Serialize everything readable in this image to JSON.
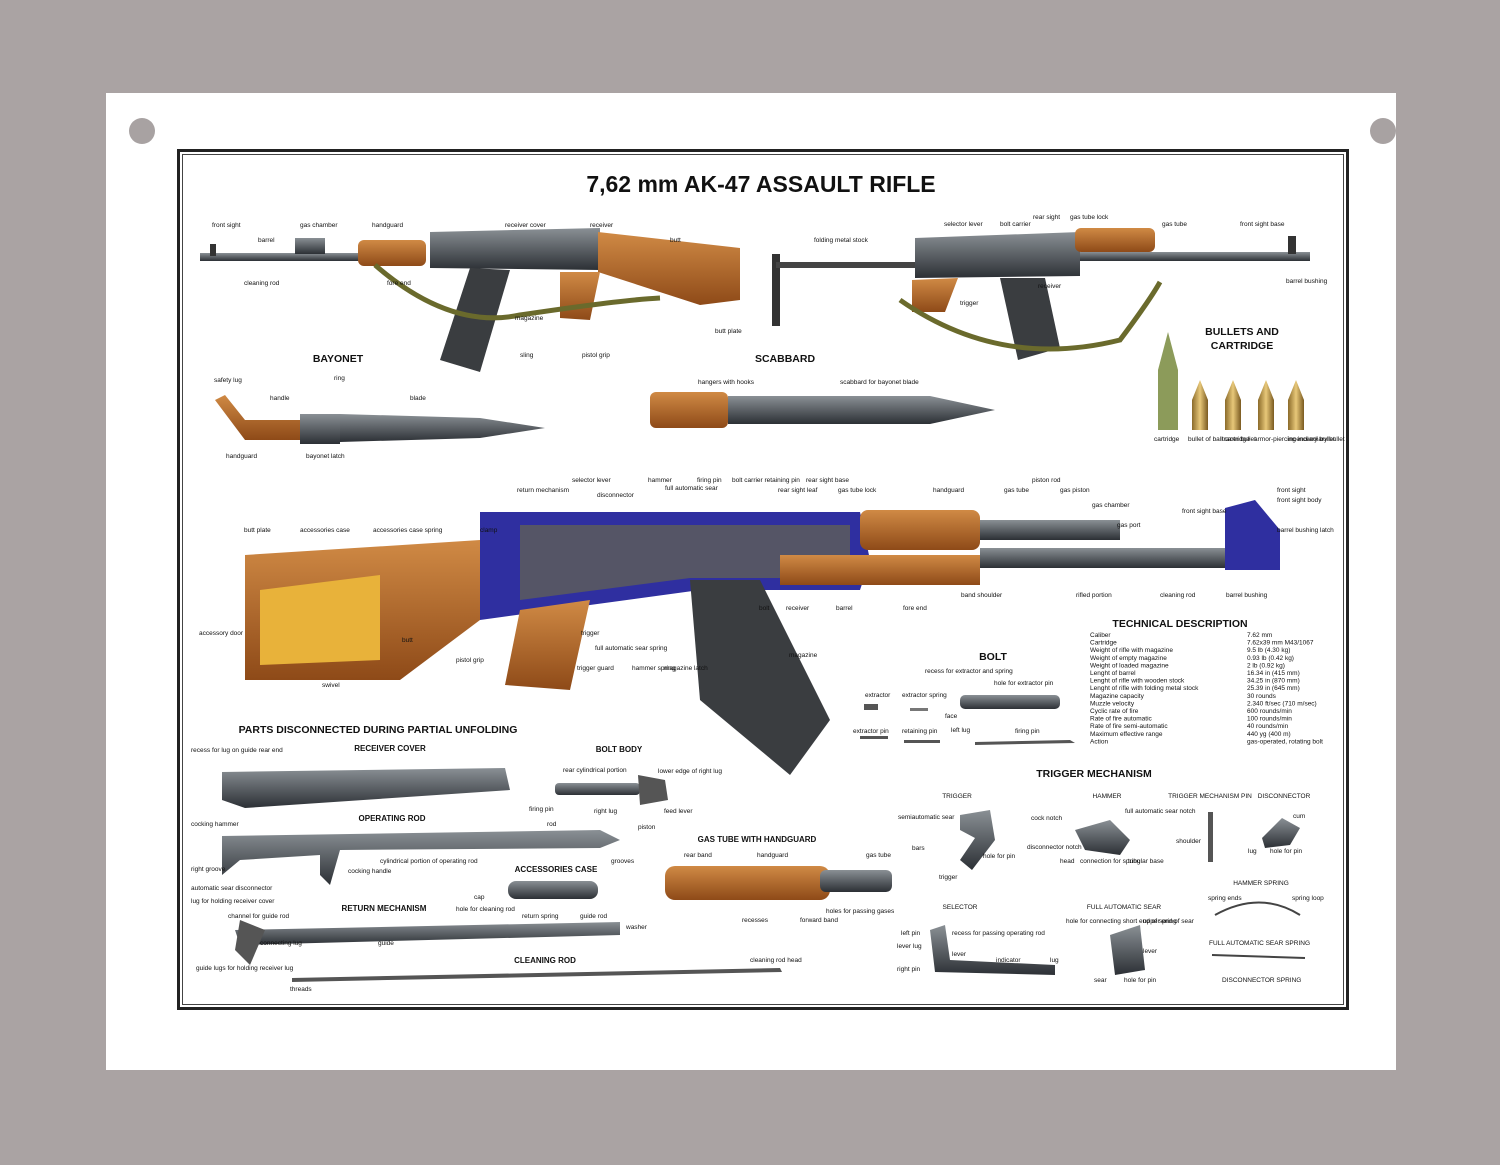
{
  "title": "7,62 mm AK-47 ASSAULT RIFLE",
  "colors": {
    "wood": "#b8692a",
    "metal": "#4d5257",
    "cutaway": "#2f2fa0",
    "yellow": "#e8b23a",
    "sling": "#6a6a2c",
    "background": "#aaa3a3"
  },
  "rifle_top_left": {
    "labels": [
      "front sight",
      "barrel",
      "gas chamber",
      "handguard",
      "receiver cover",
      "receiver",
      "butt",
      "cleaning rod",
      "fore end",
      "magazine",
      "sling",
      "pistol grip",
      "butt plate"
    ]
  },
  "rifle_top_right": {
    "labels": [
      "folding metal stock",
      "selector lever",
      "bolt carrier",
      "rear sight",
      "gas tube lock",
      "gas tube",
      "front sight base",
      "receiver",
      "trigger",
      "barrel bushing"
    ]
  },
  "bayonet": {
    "heading": "BAYONET",
    "labels": [
      "safety lug",
      "ring",
      "handle",
      "blade",
      "handguard",
      "bayonet latch"
    ]
  },
  "scabbard": {
    "heading": "SCABBARD",
    "labels": [
      "hangers with hooks",
      "scabbard for bayonet blade"
    ]
  },
  "bullets": {
    "heading_line1": "BULLETS AND",
    "heading_line2": "CARTRIDGE",
    "labels": [
      "cartridge",
      "bullet of ball cartridge",
      "tracer bullet",
      "armor-piercing incendiary bullet",
      "incendiary bullet"
    ]
  },
  "cutaway": {
    "labels": [
      "return mechanism",
      "selector lever",
      "disconnector",
      "hammer",
      "full automatic sear",
      "firing pin",
      "bolt carrier retaining pin",
      "rear sight leaf",
      "rear sight base",
      "gas tube lock",
      "handguard",
      "gas tube",
      "piston rod",
      "gas piston",
      "gas chamber",
      "gas port",
      "front sight",
      "front sight body",
      "front sight base",
      "barrel bushing latch",
      "butt plate",
      "accessories case",
      "accessories case spring",
      "clamp",
      "accessory door",
      "butt",
      "swivel",
      "pistol grip",
      "trigger",
      "full automatic sear spring",
      "trigger guard",
      "hammer spring",
      "magazine latch",
      "bolt",
      "receiver",
      "barrel",
      "fore end",
      "band shoulder",
      "rifled portion",
      "cleaning rod",
      "barrel bushing",
      "magazine"
    ]
  },
  "technical": {
    "heading": "TECHNICAL DESCRIPTION",
    "rows": [
      [
        "Caliber",
        "7.62 mm"
      ],
      [
        "Cartridge",
        "7.62x39 mm M43/1067"
      ],
      [
        "Weight of rifle with magazine",
        "9.5 lb (4.30 kg)"
      ],
      [
        "Weight of empty magazine",
        "0.93 lb (0.42 kg)"
      ],
      [
        "Weight of loaded magazine",
        "2 lb (0.92 kg)"
      ],
      [
        "Lenght of barrel",
        "16.34 in (415 mm)"
      ],
      [
        "Lenght of rifle with wooden stock",
        "34.25 in (870 mm)"
      ],
      [
        "Lenght of rifle with folding metal stock",
        "25.39 in (645 mm)"
      ],
      [
        "Magazine capacity",
        "30 rounds"
      ],
      [
        "Muzzle velocity",
        "2.340 ft/sec (710 m/sec)"
      ],
      [
        "Cyclic rate of fire",
        "600 rounds/min"
      ],
      [
        "Rate of fire automatic",
        "100 rounds/min"
      ],
      [
        "Rate of fire semi-automatic",
        "40 rounds/min"
      ],
      [
        "Maximum effective range",
        "440 yg (400 m)"
      ],
      [
        "Action",
        "gas-operated, rotating bolt"
      ]
    ]
  },
  "bolt": {
    "heading": "BOLT",
    "labels": [
      "recess for extractor and spring",
      "hole for extractor pin",
      "extractor",
      "extractor spring",
      "face",
      "left lug",
      "extractor pin",
      "retaining pin",
      "firing pin"
    ]
  },
  "parts": {
    "heading": "PARTS DISCONNECTED DURING PARTIAL UNFOLDING",
    "receiver_cover": {
      "heading": "RECEIVER COVER",
      "labels": [
        "recess for lug on guide rear end"
      ]
    },
    "bolt_body": {
      "heading": "BOLT BODY",
      "labels": [
        "rear cylindrical portion",
        "lower edge of right lug",
        "firing pin",
        "right lug",
        "feed lever"
      ]
    },
    "operating_rod": {
      "heading": "OPERATING ROD",
      "labels": [
        "cocking hammer",
        "rod",
        "piston",
        "right groove",
        "cylindrical portion of operating rod",
        "grooves",
        "cocking handle",
        "automatic sear disconnector"
      ]
    },
    "accessories_case": {
      "heading": "ACCESSORIES CASE",
      "labels": [
        "cap",
        "hole for cleaning rod"
      ]
    },
    "return_mechanism": {
      "heading": "RETURN MECHANISM",
      "labels": [
        "lug for holding receiver cover",
        "channel for guide rod",
        "return spring",
        "guide rod",
        "washer",
        "connecting lug",
        "guide",
        "guide lugs for holding receiver lug"
      ]
    },
    "cleaning_rod": {
      "heading": "CLEANING ROD",
      "labels": [
        "cleaning rod head",
        "threads"
      ]
    },
    "gas_tube": {
      "heading": "GAS TUBE WITH HANDGUARD",
      "labels": [
        "rear band",
        "handguard",
        "gas tube",
        "recesses",
        "forward band",
        "holes for passing gases"
      ]
    }
  },
  "trigger_mechanism": {
    "heading": "TRIGGER MECHANISM",
    "trigger": {
      "heading": "TRIGGER",
      "labels": [
        "semiautomatic sear",
        "bars",
        "hole for pin",
        "trigger"
      ]
    },
    "hammer": {
      "heading": "HAMMER",
      "labels": [
        "cock notch",
        "full automatic sear notch",
        "disconnector notch",
        "head",
        "connection for spring",
        "tubular base"
      ]
    },
    "pin": {
      "heading": "TRIGGER MECHANISM PIN",
      "labels": [
        "shoulder"
      ]
    },
    "disconnector": {
      "heading": "DISCONNECTOR",
      "labels": [
        "cum",
        "lug",
        "hole for pin"
      ]
    },
    "selector": {
      "heading": "SELECTOR",
      "labels": [
        "left pin",
        "recess for passing operating rod",
        "lever lug",
        "lever",
        "right pin",
        "indicator",
        "lug"
      ]
    },
    "full_auto_sear": {
      "heading": "FULL AUTOMATIC SEAR",
      "labels": [
        "hole for connecting short end of spring",
        "upper end of sear",
        "lever",
        "sear",
        "hole for pin"
      ]
    },
    "springs": {
      "heading": "HAMMER SPRING",
      "labels": [
        "spring ends",
        "spring loop",
        "FULL AUTOMATIC SEAR SPRING",
        "DISCONNECTOR SPRING"
      ]
    }
  }
}
